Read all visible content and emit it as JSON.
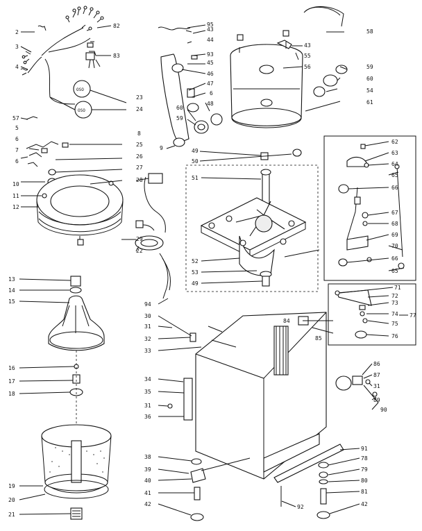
{
  "callouts": [
    {
      "id": "c-2",
      "text": "2"
    },
    {
      "id": "c-3",
      "text": "3"
    },
    {
      "id": "c-4",
      "text": "4"
    },
    {
      "id": "c-57",
      "text": "57"
    },
    {
      "id": "c-5",
      "text": "5"
    },
    {
      "id": "c-6a",
      "text": "6"
    },
    {
      "id": "c-7",
      "text": "7"
    },
    {
      "id": "c-6b",
      "text": "6"
    },
    {
      "id": "c-10",
      "text": "10"
    },
    {
      "id": "c-11",
      "text": "11"
    },
    {
      "id": "c-12",
      "text": "12"
    },
    {
      "id": "c-82",
      "text": "82"
    },
    {
      "id": "c-83",
      "text": "83"
    },
    {
      "id": "c-23",
      "text": "23"
    },
    {
      "id": "c-24",
      "text": "24"
    },
    {
      "id": "c-8",
      "text": "8"
    },
    {
      "id": "c-25",
      "text": "25"
    },
    {
      "id": "c-26",
      "text": "26"
    },
    {
      "id": "c-27",
      "text": "27"
    },
    {
      "id": "c-28",
      "text": "28"
    },
    {
      "id": "c-29",
      "text": "29"
    },
    {
      "id": "c-22",
      "text": "22"
    },
    {
      "id": "c-95",
      "text": "95"
    },
    {
      "id": "c-43a",
      "text": "43"
    },
    {
      "id": "c-44",
      "text": "44"
    },
    {
      "id": "c-93",
      "text": "93"
    },
    {
      "id": "c-45",
      "text": "45"
    },
    {
      "id": "c-46",
      "text": "46"
    },
    {
      "id": "c-47",
      "text": "47"
    },
    {
      "id": "c-6c",
      "text": "6"
    },
    {
      "id": "c-48",
      "text": "48"
    },
    {
      "id": "c-60a",
      "text": "60"
    },
    {
      "id": "c-59a",
      "text": "59"
    },
    {
      "id": "c-9",
      "text": "9"
    },
    {
      "id": "c-58",
      "text": "58"
    },
    {
      "id": "c-43b",
      "text": "43"
    },
    {
      "id": "c-55",
      "text": "55"
    },
    {
      "id": "c-56a",
      "text": "56"
    },
    {
      "id": "c-59b",
      "text": "59"
    },
    {
      "id": "c-60b",
      "text": "60"
    },
    {
      "id": "c-54",
      "text": "54"
    },
    {
      "id": "c-61",
      "text": "61"
    },
    {
      "id": "c-49a",
      "text": "49"
    },
    {
      "id": "c-50",
      "text": "50"
    },
    {
      "id": "c-51",
      "text": "51"
    },
    {
      "id": "c-52",
      "text": "52"
    },
    {
      "id": "c-53",
      "text": "53"
    },
    {
      "id": "c-49b",
      "text": "49"
    },
    {
      "id": "c-62",
      "text": "62"
    },
    {
      "id": "c-63",
      "text": "63"
    },
    {
      "id": "c-64",
      "text": "64"
    },
    {
      "id": "c-65a",
      "text": "65"
    },
    {
      "id": "c-66a",
      "text": "66"
    },
    {
      "id": "c-67",
      "text": "67"
    },
    {
      "id": "c-68",
      "text": "68"
    },
    {
      "id": "c-69",
      "text": "69"
    },
    {
      "id": "c-70",
      "text": "70"
    },
    {
      "id": "c-66b",
      "text": "66"
    },
    {
      "id": "c-65b",
      "text": "65"
    },
    {
      "id": "c-71",
      "text": "71"
    },
    {
      "id": "c-72",
      "text": "72"
    },
    {
      "id": "c-73",
      "text": "73"
    },
    {
      "id": "c-74",
      "text": "74"
    },
    {
      "id": "c-75",
      "text": "75"
    },
    {
      "id": "c-76",
      "text": "76"
    },
    {
      "id": "c-77",
      "text": "77"
    },
    {
      "id": "c-13",
      "text": "13"
    },
    {
      "id": "c-14",
      "text": "14"
    },
    {
      "id": "c-15",
      "text": "15"
    },
    {
      "id": "c-16",
      "text": "16"
    },
    {
      "id": "c-17",
      "text": "17"
    },
    {
      "id": "c-18",
      "text": "18"
    },
    {
      "id": "c-19",
      "text": "19"
    },
    {
      "id": "c-20",
      "text": "20"
    },
    {
      "id": "c-21",
      "text": "21"
    },
    {
      "id": "c-94",
      "text": "94"
    },
    {
      "id": "c-30",
      "text": "30"
    },
    {
      "id": "c-31a",
      "text": "31"
    },
    {
      "id": "c-32",
      "text": "32"
    },
    {
      "id": "c-33",
      "text": "33"
    },
    {
      "id": "c-34",
      "text": "34"
    },
    {
      "id": "c-35",
      "text": "35"
    },
    {
      "id": "c-31b",
      "text": "31"
    },
    {
      "id": "c-36",
      "text": "36"
    },
    {
      "id": "c-84",
      "text": "84"
    },
    {
      "id": "c-85",
      "text": "85"
    },
    {
      "id": "c-86",
      "text": "86"
    },
    {
      "id": "c-87",
      "text": "87"
    },
    {
      "id": "c-31c",
      "text": "31"
    },
    {
      "id": "c-89",
      "text": "89"
    },
    {
      "id": "c-90",
      "text": "90"
    },
    {
      "id": "c-38",
      "text": "38"
    },
    {
      "id": "c-39",
      "text": "39"
    },
    {
      "id": "c-40",
      "text": "40"
    },
    {
      "id": "c-41",
      "text": "41"
    },
    {
      "id": "c-42a",
      "text": "42"
    },
    {
      "id": "c-91",
      "text": "91"
    },
    {
      "id": "c-78",
      "text": "78"
    },
    {
      "id": "c-79",
      "text": "79"
    },
    {
      "id": "c-80",
      "text": "80"
    },
    {
      "id": "c-81",
      "text": "81"
    },
    {
      "id": "c-42b",
      "text": "42"
    },
    {
      "id": "c-92",
      "text": "92"
    }
  ]
}
